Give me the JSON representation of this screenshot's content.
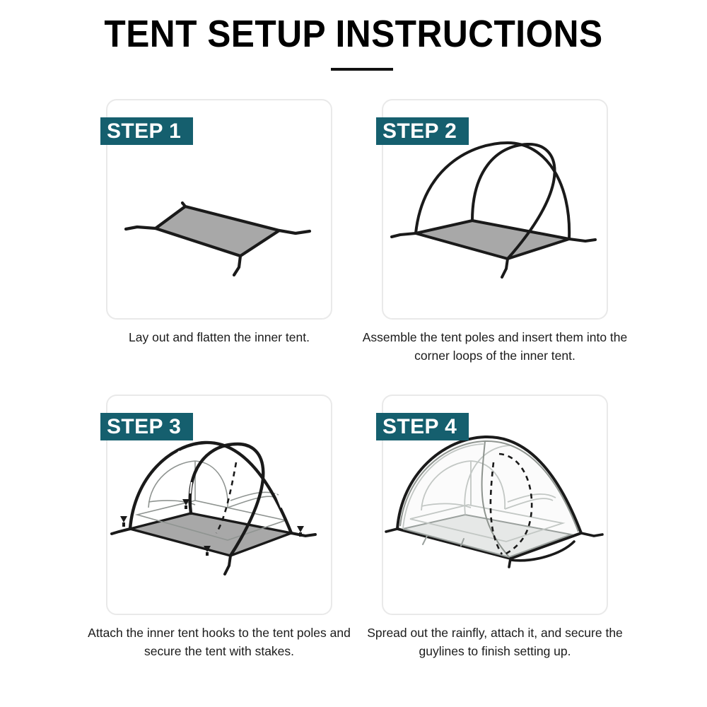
{
  "header": {
    "title": "TENT SETUP INSTRUCTIONS",
    "divider": "title-divider"
  },
  "theme": {
    "badge_background": "#155f6e",
    "badge_text_color": "#ffffff",
    "card_border": "#e9e9e9",
    "page_background": "#ffffff",
    "title_color": "#000000",
    "caption_color": "#1b1b1b",
    "ink": "#1a1a1a",
    "floor_gray": "#a8a8a8",
    "fly_gray": "#d9dcda"
  },
  "steps": [
    {
      "badge": "STEP 1",
      "caption": "Lay out and flatten the inner tent.",
      "illustration": "tent-floor-flat-icon"
    },
    {
      "badge": "STEP 2",
      "caption": "Assemble the tent poles and insert them into the corner loops of the inner tent.",
      "illustration": "tent-pole-frame-icon"
    },
    {
      "badge": "STEP 3",
      "caption": "Attach the inner tent hooks to the tent poles and secure the tent with stakes.",
      "illustration": "tent-inner-body-staked-icon"
    },
    {
      "badge": "STEP 4",
      "caption": "Spread out the rainfly, attach it, and secure the guylines to finish setting up.",
      "illustration": "tent-rainfly-complete-icon"
    }
  ]
}
